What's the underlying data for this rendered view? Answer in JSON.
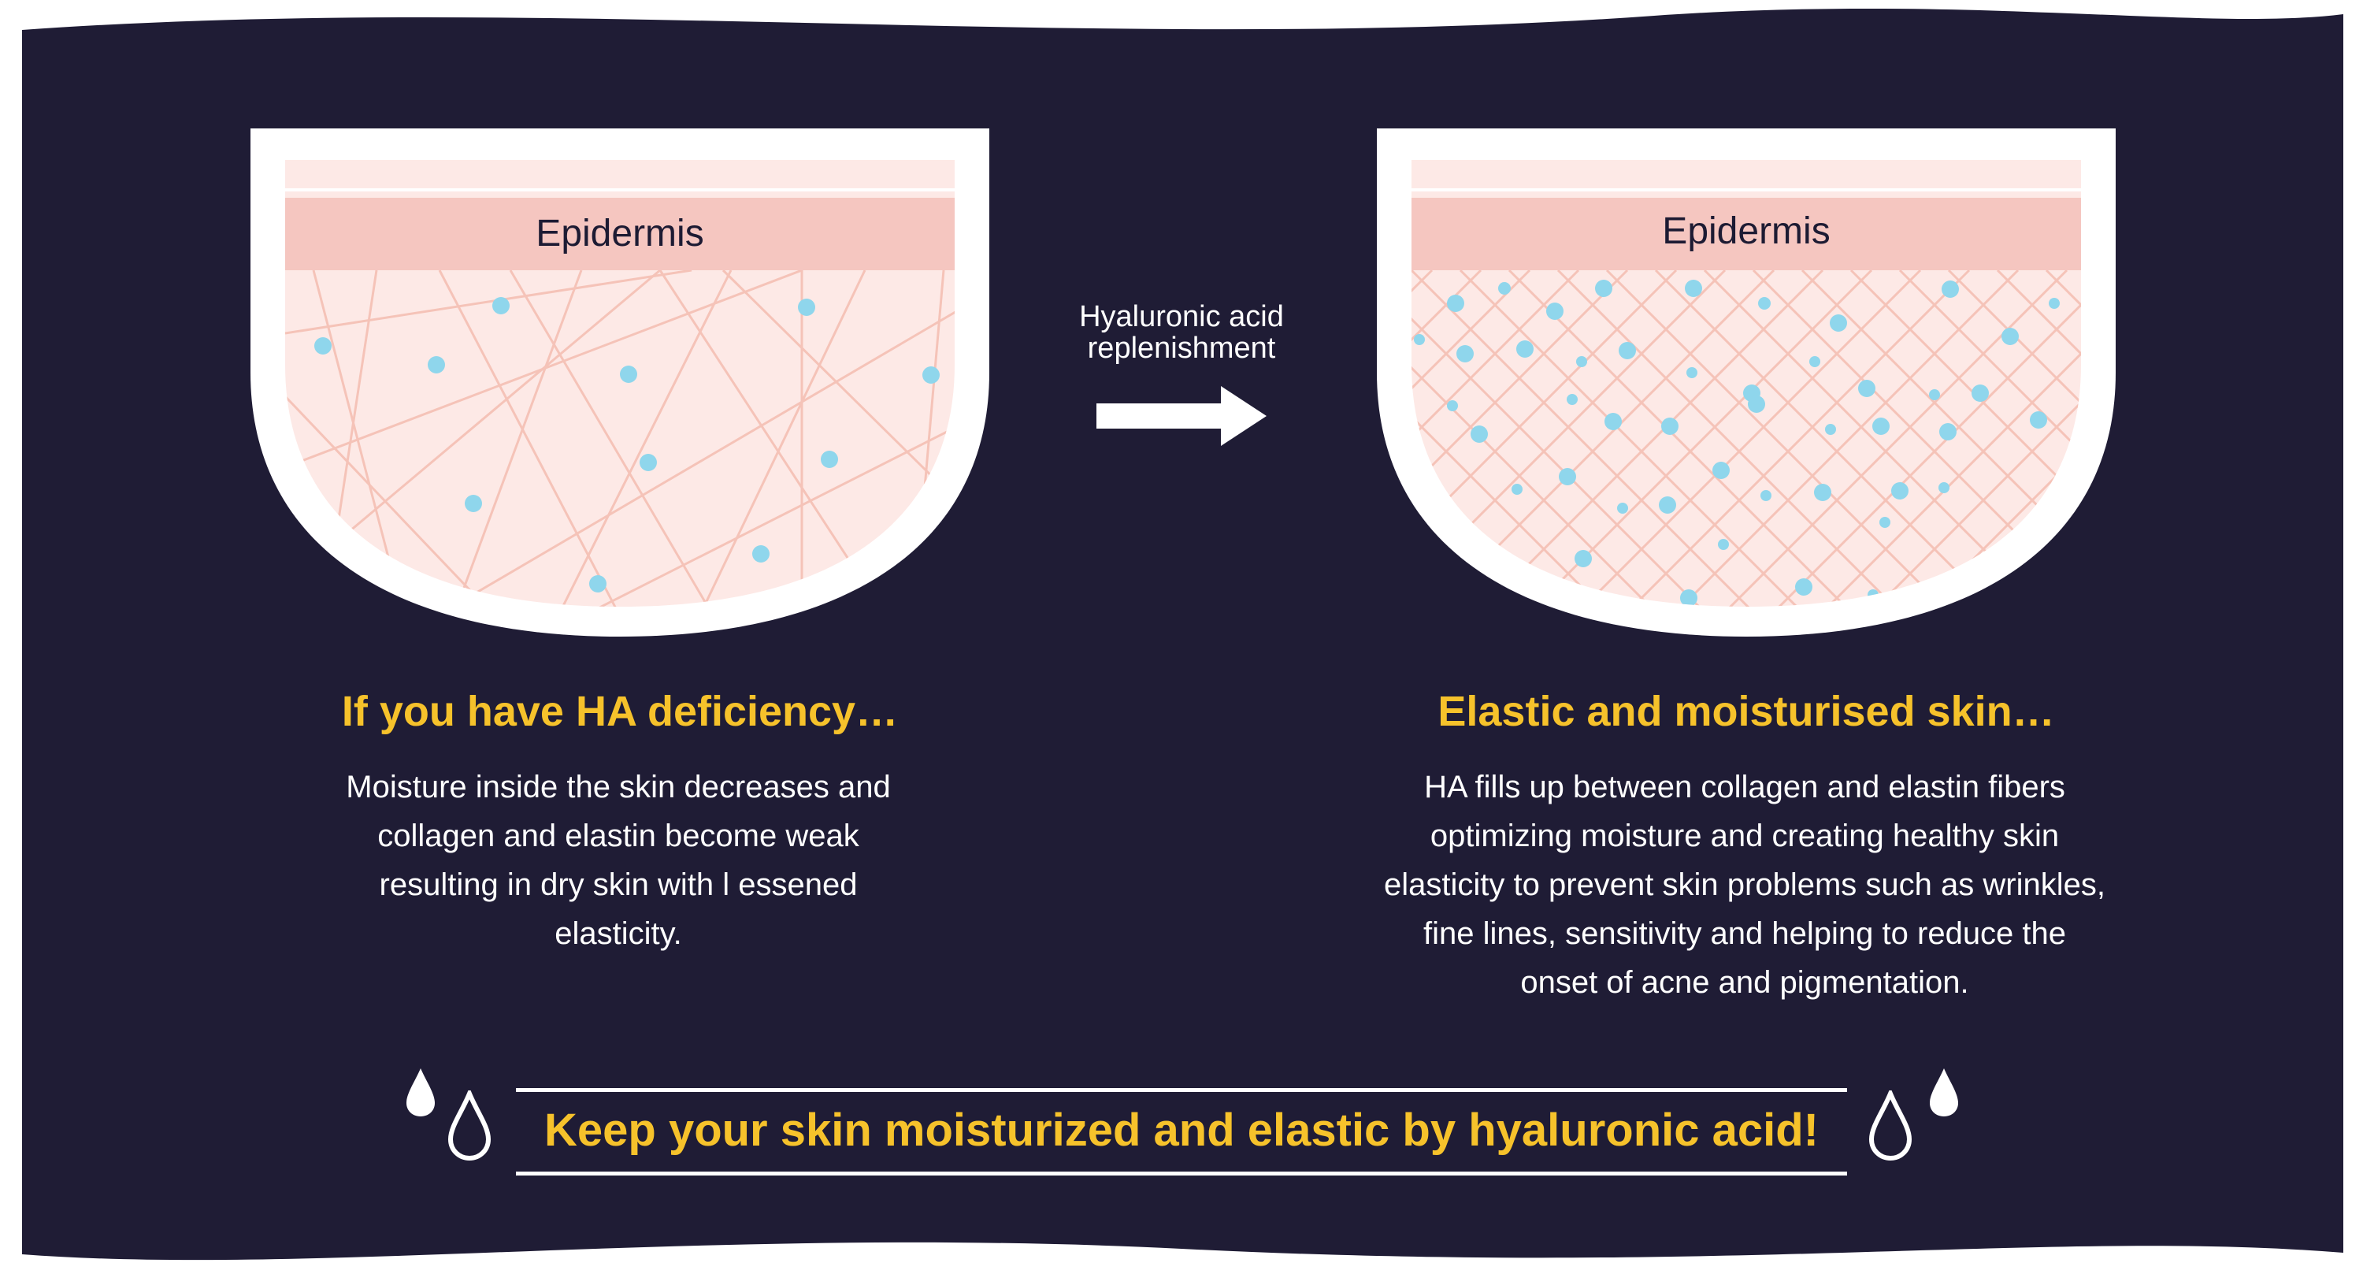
{
  "colors": {
    "background": "#1f1c35",
    "accent_yellow": "#f6c22b",
    "epidermis": "#f5c6c0",
    "dermis": "#fde9e6",
    "fiber": "#f5c3b8",
    "droplet": "#8fd6ec",
    "white": "#ffffff"
  },
  "left_panel": {
    "epidermis_label": "Epidermis",
    "title": "If you have HA deficiency…",
    "description": "Moisture inside the skin decreases and collagen and elastin become weak resulting in dry skin with l essened elasticity."
  },
  "arrow": {
    "label": "Hyaluronic acid replenishment",
    "icon": "right-arrow-icon"
  },
  "right_panel": {
    "epidermis_label": "Epidermis",
    "title": "Elastic and moisturised skin…",
    "description": "HA fills up between collagen and elastin fibers optimizing moisture and creating healthy skin elasticity to prevent skin problems such as wrinkles, fine lines, sensitivity and helping to reduce the onset of acne and pigmentation."
  },
  "footer": {
    "text": "Keep your skin moisturized and elastic by hyaluronic acid!",
    "icons": [
      "water-drop-icon",
      "water-drop-outline-icon"
    ]
  }
}
